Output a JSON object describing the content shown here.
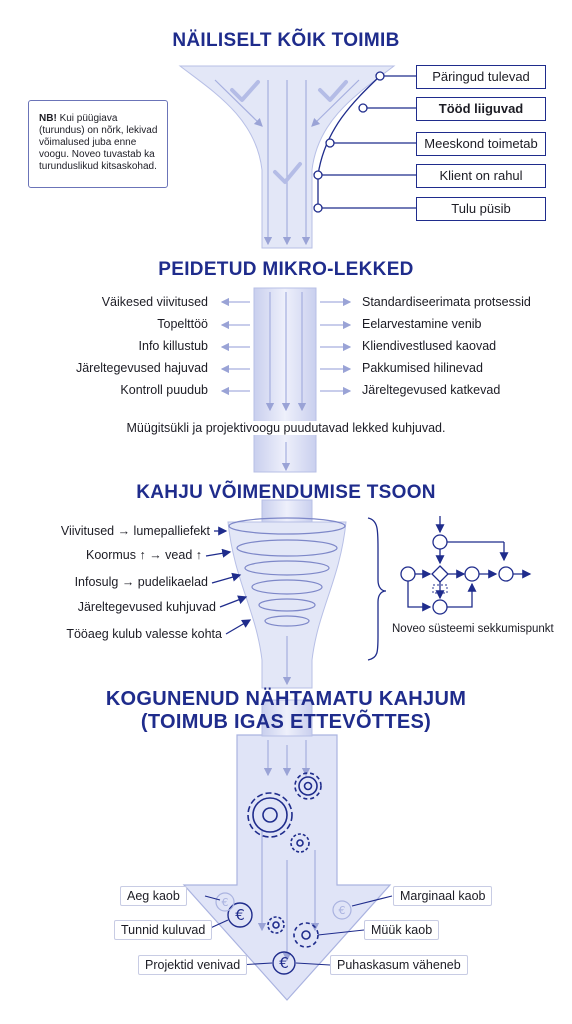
{
  "headings": {
    "h1": "NÄILISELT KÕIK TOIMIB",
    "h2": "PEIDETUD MIKRO-LEKKED",
    "h3": "KAHJU VÕIMENDUMISE TSOON",
    "h4_line1": "KOGUNENUD NÄHTAMATU KAHJUM",
    "h4_line2": "(TOIMUB IGAS ETTEVÕTTES)"
  },
  "note": {
    "bold": "NB!",
    "text": "Kui püügiava (turundus) on nõrk, lekivad võimalused juba enne voogu. Noveo tuvastab ka turunduslikud kitsaskohad."
  },
  "flow_stages": [
    {
      "label": "Päringud tulevad",
      "bold": false
    },
    {
      "label": "Tööd liiguvad",
      "bold": true
    },
    {
      "label": "Meeskond toimetab",
      "bold": false
    },
    {
      "label": "Klient on rahul",
      "bold": false
    },
    {
      "label": "Tulu püsib",
      "bold": false
    }
  ],
  "leaks_left": [
    "Väikesed viivitused",
    "Topelttöö",
    "Info killustub",
    "Järeltegevused hajuvad",
    "Kontroll puudub"
  ],
  "leaks_right": [
    "Standardiseerimata protsessid",
    "Eelarvestamine venib",
    "Kliendivestlused kaovad",
    "Pakkumised hilinevad",
    "Järeltegevused katkevad"
  ],
  "leaks_caption": "Müügitsükli ja projektivoogu puudutavad lekked kuhjuvad.",
  "amplify": [
    "Viivitused → lumepalliefekt",
    "Koormus ↑ → vead ↑",
    "Infosulg → pudelikaelad",
    "Järeltegevused kuhjuvad",
    "Tööaeg kulub valesse kohta"
  ],
  "intervention_label": "Noveo süsteemi sekkumispunkt",
  "losses_left": [
    "Aeg kaob",
    "Tunnid kuluvad",
    "Projektid venivad"
  ],
  "losses_right": [
    "Marginaal kaob",
    "Müük kaob",
    "Puhaskasum väheneb"
  ],
  "colors": {
    "accent": "#1f2c8c",
    "flow_fill": "#dfe3f6",
    "flow_line": "#aab3e0"
  }
}
